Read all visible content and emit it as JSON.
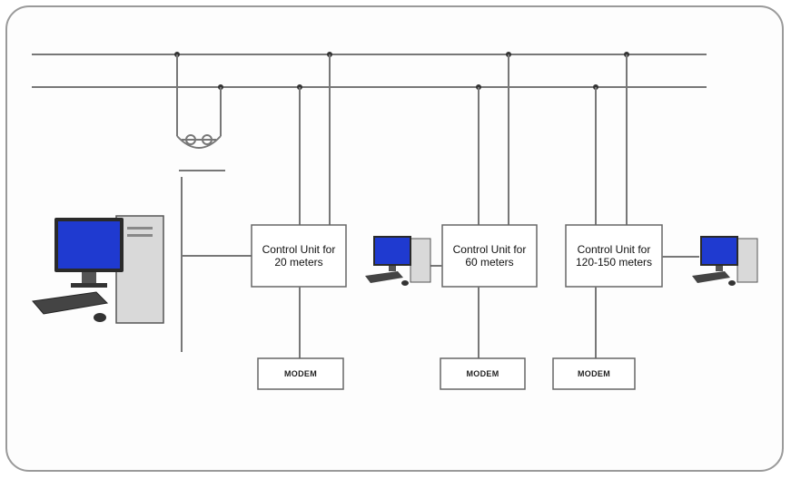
{
  "diagram": {
    "control_units": [
      {
        "label": "Control Unit for 20 meters"
      },
      {
        "label": "Control Unit for 60 meters"
      },
      {
        "label": "Control Unit for 120-150 meters"
      }
    ],
    "modems": [
      {
        "label": "MODEM"
      },
      {
        "label": "MODEM"
      },
      {
        "label": "MODEM"
      }
    ],
    "icons": [
      "desktop-computer-icon",
      "meter-icon"
    ],
    "colors": {
      "line": "#777777",
      "box_border": "#666666",
      "monitor_screen": "#1f3ad0",
      "frame": "#9a9a9a"
    }
  }
}
